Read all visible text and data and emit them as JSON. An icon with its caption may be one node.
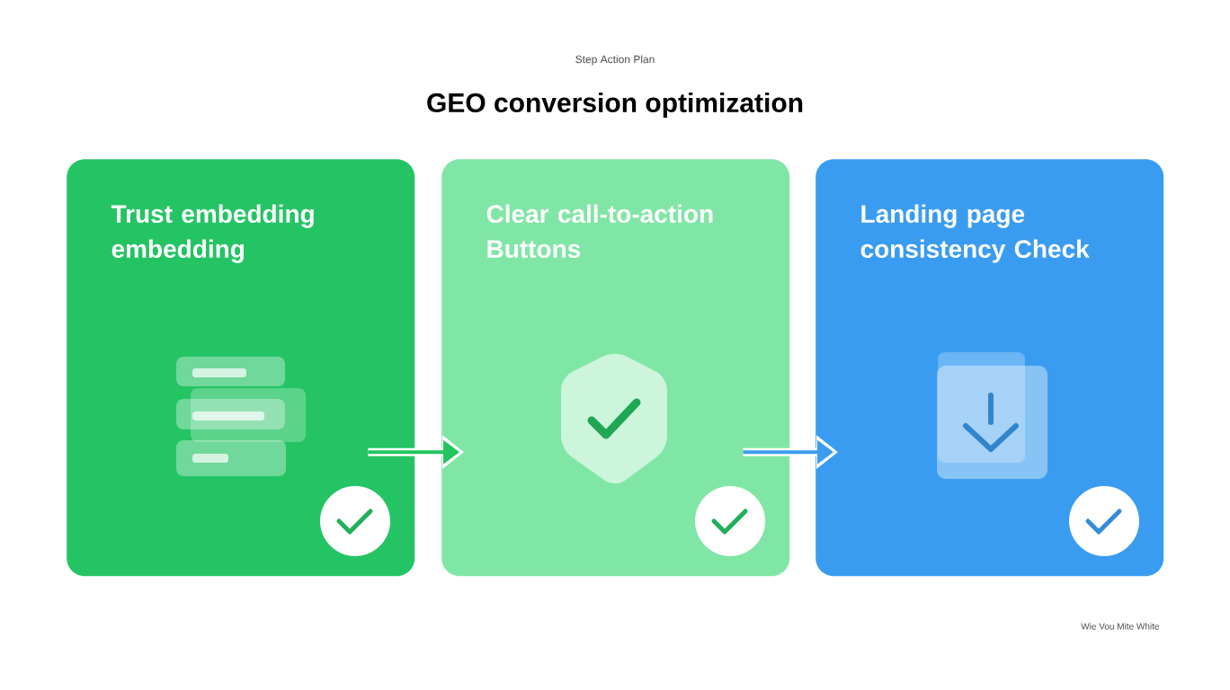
{
  "diagram": {
    "title": "GEO conversion optimization",
    "nodes": [
      {
        "text": [
          "Trust embedding embedding"
        ]
      },
      {
        "text": [
          "Clear call-to-action Buttons"
        ]
      },
      {
        "text": [
          "Landing page consistency Check"
        ]
      }
    ],
    "edges": [
      {
        "from": 0,
        "to": 1,
        "arrow": "to",
        "color": "#22c55e"
      },
      {
        "from": 1,
        "to": 2,
        "arrow": "to",
        "color": "#3b9cf0"
      }
    ],
    "labels": [
      "Step Action Plan",
      "Wie Vou Mite White"
    ]
  }
}
